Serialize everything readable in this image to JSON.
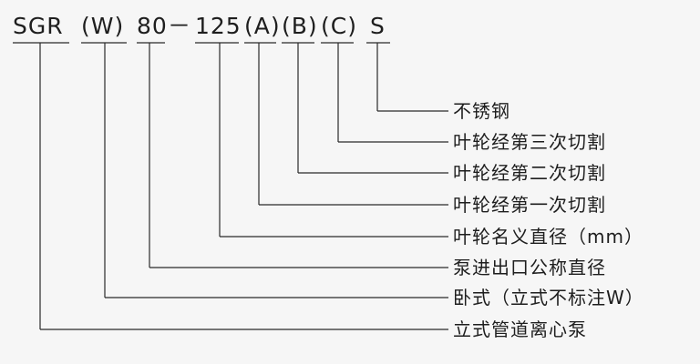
{
  "code_parts": [
    "SGR",
    "(W)",
    "80",
    "－",
    "125",
    "(A)",
    "(B)",
    "(C)",
    "S"
  ],
  "descriptions": [
    "不锈钢",
    "叶轮经第三次切割",
    "叶轮经第二次切割",
    "叶轮经第一次切割",
    "叶轮名义直径（mm）",
    "泵进出口公称直径",
    "卧式（立式不标注W）",
    "立式管道离心泵"
  ],
  "colors": {
    "background": "#f6f6f6",
    "text": "#1e1e1e",
    "line": "#2a2a2a"
  }
}
